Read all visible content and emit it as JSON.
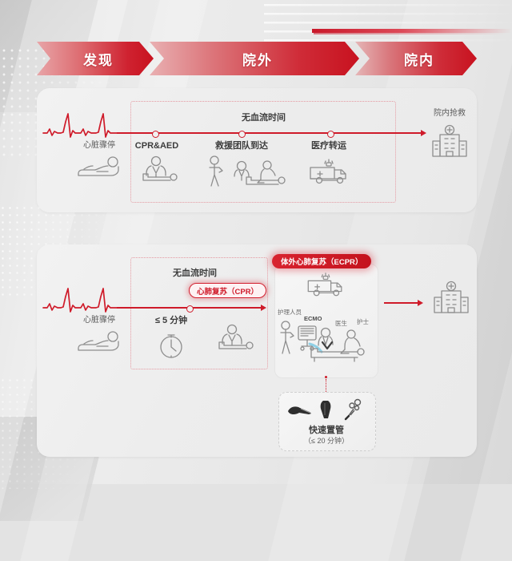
{
  "banner": {
    "steps": [
      {
        "label": "发现",
        "name": "discovery"
      },
      {
        "label": "院外",
        "name": "out-of-hospital"
      },
      {
        "label": "院内",
        "name": "in-hospital"
      }
    ]
  },
  "colors": {
    "accent_red": "#cf1b2a",
    "deep_red": "#c8121f",
    "pale_red": "#e8a5a8",
    "icon_gray": "#8d8d8d",
    "panel_bg": "#efefef",
    "page_bg": "#e3e3e3"
  },
  "panel_top": {
    "dashbox_title": "无血流时间",
    "nodes": [
      {
        "label": "心脏骤停",
        "icon": "collapsed-person-icon"
      },
      {
        "label": "CPR&AED",
        "icon": "cpr-compression-icon"
      },
      {
        "label": "救援团队到达",
        "icon": "rescue-team-icon"
      },
      {
        "label": "医疗转运",
        "icon": "ambulance-icon"
      }
    ],
    "endpoint": {
      "label": "院内抢救",
      "icon": "hospital-icon"
    }
  },
  "panel_bottom": {
    "dashbox_title": "无血流时间",
    "cpr_badge": "心肺复苏（CPR）",
    "nodes": [
      {
        "label": "心脏骤停",
        "icon": "collapsed-person-icon"
      },
      {
        "label": "≤ 5 分钟",
        "icon": "clock-icon"
      },
      {
        "label": "",
        "icon": "cpr-compression-icon"
      }
    ],
    "ecpr": {
      "badge": "体外心肺复苏（ECPR）",
      "ambulance_icon": "ambulance-icon",
      "staff": [
        {
          "label": "护理人员",
          "icon": "nurse-standing-icon"
        },
        {
          "label": "ECMO",
          "icon": "ecmo-machine-icon"
        },
        {
          "label": "医生",
          "icon": "doctor-kneeling-icon"
        },
        {
          "label": "护士",
          "icon": "nurse-kneeling-icon"
        }
      ]
    },
    "cannulation": {
      "title": "快速置管",
      "subtitle": "（≤ 20 分钟）",
      "icons": [
        "cannula-icon",
        "dilator-icon",
        "guidewire-icon"
      ]
    },
    "endpoint": {
      "icon": "hospital-icon"
    }
  }
}
